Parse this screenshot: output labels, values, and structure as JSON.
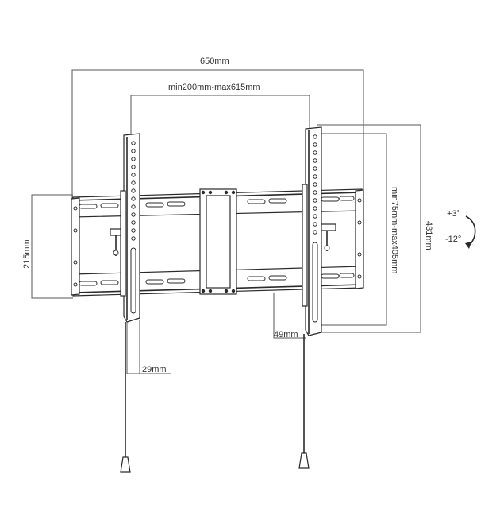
{
  "dimensions": {
    "overall_width": "650mm",
    "arm_spacing": "min200mm-max615mm",
    "rail_height": "215mm",
    "arm_slot_range": "min75mm-max405mm",
    "arm_height": "431mm",
    "wall_depth": "49mm",
    "arm_width": "29mm"
  },
  "tilt": {
    "up": "+3°",
    "down": "-12°"
  },
  "colors": {
    "line": "#2a2a2a",
    "dimension_line": "#555555",
    "background": "#ffffff"
  }
}
